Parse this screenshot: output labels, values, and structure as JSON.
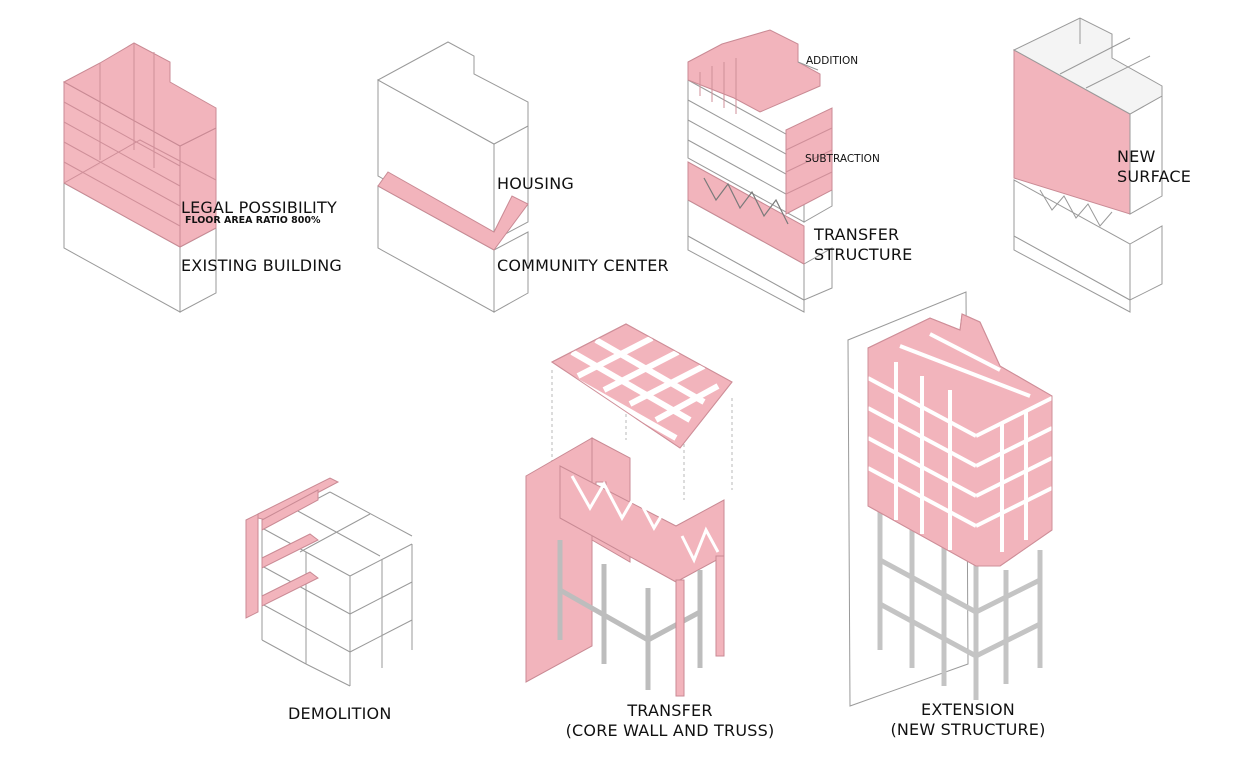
{
  "labels": {
    "legal_possibility": "LEGAL POSSIBILITY",
    "floor_area_ratio": "FLOOR AREA RATIO 800%",
    "existing_building": "EXISTING BUILDING",
    "housing": "HOUSING",
    "community_center": "COMMUNITY CENTER",
    "addition": "ADDITION",
    "subtraction": "SUBTRACTION",
    "transfer_structure_1": "TRANSFER",
    "transfer_structure_2": "STRUCTURE",
    "new_surface_1": "NEW",
    "new_surface_2": "SURFACE",
    "demolition": "DEMOLITION",
    "transfer_1": "TRANSFER",
    "transfer_2": "(CORE WALL AND TRUSS)",
    "extension_1": "EXTENSION",
    "extension_2": "(NEW STRUCTURE)"
  },
  "colors": {
    "accent_pink": "#f2b4bc",
    "line_grey": "#9a9a9a"
  }
}
